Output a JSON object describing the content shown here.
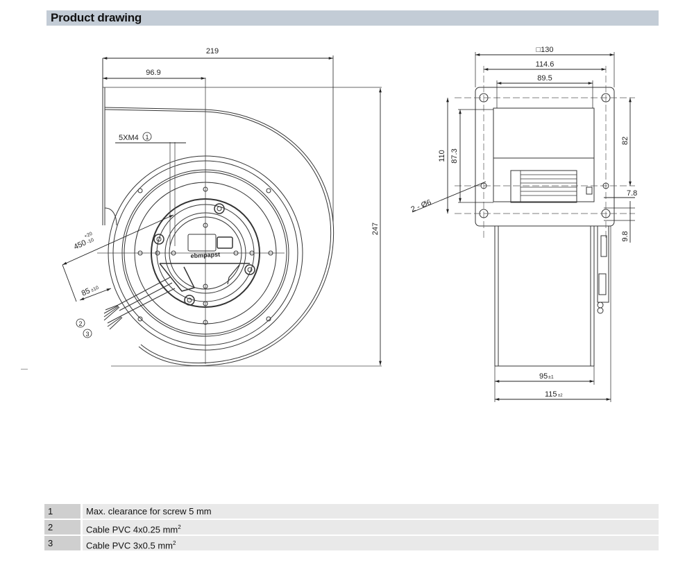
{
  "header": {
    "title": "Product drawing"
  },
  "front_view": {
    "dim_overall_width": "219",
    "dim_center_offset": "96.9",
    "dim_height": "247",
    "screw_label": "5XM4",
    "screw_callout": "1",
    "cable_length": "450",
    "cable_length_tol_plus": "+20",
    "cable_length_tol_minus": "-10",
    "strip_length": "85",
    "strip_length_tol": "±10",
    "cable_callout_a": "2",
    "cable_callout_b": "3",
    "logo_text": "ebmpapst"
  },
  "side_view": {
    "dim_flange": "□130",
    "dim_hole_spacing": "114.6",
    "dim_inner_opening": "89.5",
    "dim_110": "110",
    "dim_87_3": "87.3",
    "dim_82": "82",
    "dim_7_8": "7.8",
    "dim_9_8": "9.8",
    "holes_label": "2 - Ø6",
    "dim_95": "95",
    "dim_95_tol": "±1",
    "dim_115": "115",
    "dim_115_tol": "±2"
  },
  "notes": [
    {
      "num": "1",
      "text": "Max. clearance for screw 5 mm",
      "sup": ""
    },
    {
      "num": "2",
      "text": "Cable PVC 4x0.25 mm",
      "sup": "2"
    },
    {
      "num": "3",
      "text": "Cable PVC 3x0.5 mm",
      "sup": "2"
    }
  ]
}
